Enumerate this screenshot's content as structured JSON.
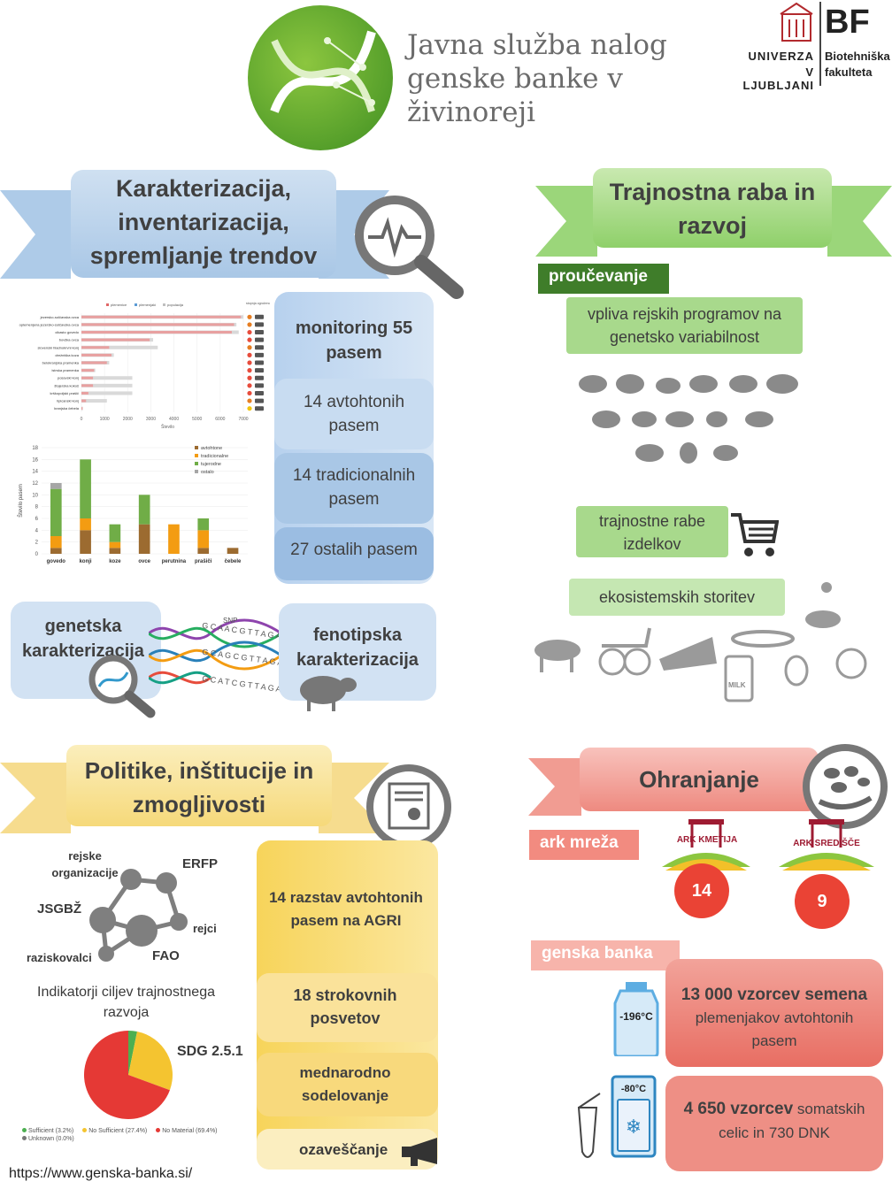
{
  "header": {
    "title": "Javna služba nalog genske banke v živinoreji",
    "uni_line1": "UNIVERZA",
    "uni_line2": "V LJUBLJANI",
    "bf": "BF",
    "fak_line1": "Biotehniška",
    "fak_line2": "fakulteta"
  },
  "sec1": {
    "title": "Karakterizacija, inventarizacija, spremljanje trendov",
    "monitoring": "monitoring 55 pasem",
    "avt": "14 avtohtonih pasem",
    "trad": "14 tradicionalnih pasem",
    "ost": "27 ostalih pasem",
    "genetska": "genetska karakterizacija",
    "fenotipska": "fenotipska karakterizacija",
    "snp": "SNP",
    "seq1": "G C A A C G T T A G A",
    "seq2": "G C A G C G T T A G A",
    "seq3": "G C A T C G T T A G A"
  },
  "chart_data": [
    {
      "type": "bar",
      "orientation": "horizontal",
      "legend": [
        "plemenice",
        "plemenjaki",
        "populacija"
      ],
      "xlim": [
        0,
        7000
      ],
      "xticks": [
        "0",
        "1000",
        "2000",
        "3000",
        "4000",
        "5000",
        "6000",
        "7000"
      ],
      "xlabel": "Število",
      "side_label": "stopnja ogroženosti",
      "categories": [
        "jezersko-solčavska ovca",
        "oplemenjena jezersko-solčavska ovca",
        "cikasto govedo",
        "bovška ovca",
        "slovenski hladnokrvni konj",
        "drežniška koza",
        "belokranjska pramenka",
        "istrska pramenka",
        "posavski konj",
        "štajerska kokoš",
        "krškopoljski prašič",
        "lipicanski konj",
        "kranjska čebela"
      ],
      "series": [
        {
          "name": "plemenice",
          "values": [
            6900,
            6600,
            6500,
            2950,
            1200,
            1300,
            1100,
            550,
            500,
            500,
            300,
            200,
            50
          ]
        },
        {
          "name": "populacija",
          "values": [
            7000,
            6700,
            6800,
            3100,
            3300,
            1400,
            1200,
            600,
            2200,
            2200,
            2200,
            1100,
            60
          ]
        }
      ]
    },
    {
      "type": "bar",
      "stacked": true,
      "categories": [
        "govedo",
        "konji",
        "koze",
        "ovce",
        "perutnina",
        "prašiči",
        "čebele"
      ],
      "ylabel": "Število pasem",
      "ylim": [
        0,
        18
      ],
      "yticks": [
        "0",
        "2",
        "4",
        "6",
        "8",
        "10",
        "12",
        "14",
        "16",
        "18"
      ],
      "series": [
        {
          "name": "avtohtone",
          "color": "#9c6b30",
          "values": [
            1,
            4,
            1,
            5,
            0,
            1,
            1
          ]
        },
        {
          "name": "tradicionalne",
          "color": "#f39c12",
          "values": [
            2,
            2,
            1,
            0,
            5,
            3,
            0
          ]
        },
        {
          "name": "tujerodne",
          "color": "#70ad47",
          "values": [
            8,
            10,
            3,
            5,
            0,
            2,
            0
          ]
        },
        {
          "name": "ostalo",
          "color": "#a6a6a6",
          "values": [
            1,
            0,
            0,
            0,
            0,
            0,
            0
          ]
        }
      ]
    },
    {
      "type": "pie",
      "title": "SDG 2.5.1",
      "series": [
        {
          "name": "Sufficient (3.2%)",
          "value": 3.2,
          "color": "#4caf50"
        },
        {
          "name": "No Sufficient (27.4%)",
          "value": 27.4,
          "color": "#f4c430"
        },
        {
          "name": "No Material (69.4%)",
          "value": 69.4,
          "color": "#e53935"
        },
        {
          "name": "Unknown (0.0%)",
          "value": 0.0,
          "color": "#777777"
        }
      ]
    }
  ],
  "sec2": {
    "title": "Trajnostna raba in razvoj",
    "tag": "proučevanje",
    "b1": "vpliva rejskih programov na genetsko variabilnost",
    "b2": "trajnostne rabe izdelkov",
    "b3": "ekosistemskih storitev",
    "milk": "MILK"
  },
  "sec3": {
    "title": "Politike, inštitucije in zmogljivosti",
    "n1": "rejske organizacije",
    "n2": "ERFP",
    "n3": "JSGBŽ",
    "n4": "rejci",
    "n5": "raziskovalci",
    "n6": "FAO",
    "s1": "14 razstav avtohtonih pasem na AGRI",
    "s2": "18 strokovnih posvetov",
    "s3": "mednarodno sodelovanje",
    "s4": "ozaveščanje",
    "ind": "Indikatorji ciljev trajnostnega razvoja",
    "sdg": "SDG 2.5.1"
  },
  "sec4": {
    "title": "Ohranjanje",
    "ark_tag": "ark mreža",
    "ark1": "ARK KMETIJA",
    "ark2": "ARK SREDIŠČE",
    "c1": "14",
    "c2": "9",
    "gb_tag": "genska banka",
    "t196": "-196°C",
    "t80": "-80°C",
    "g1_bold": "13 000 vzorcev semena",
    "g1_rest": "plemenjakov avtohtonih pasem",
    "g2_bold": "4 650 vzorcev",
    "g2_rest": "somatskih celic in 730 DNK"
  },
  "footer": {
    "url": "https://www.genska-banka.si/"
  }
}
